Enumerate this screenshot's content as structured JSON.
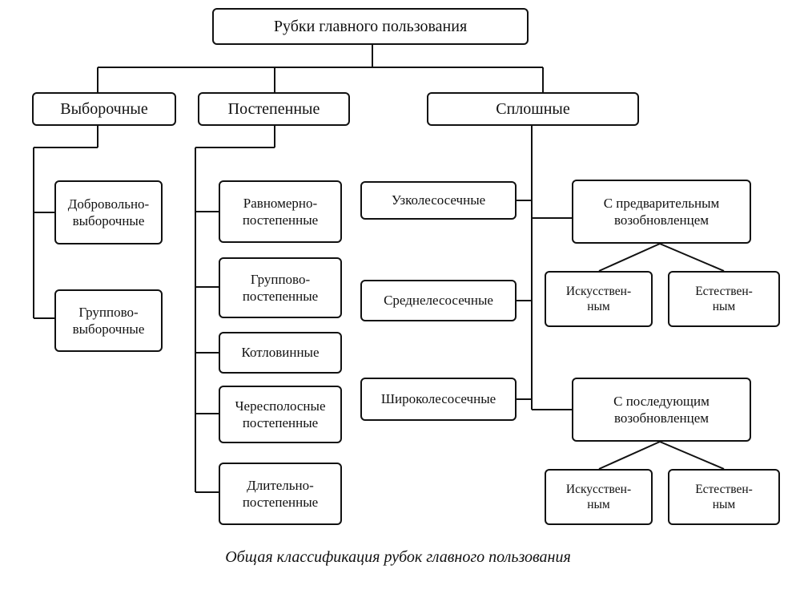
{
  "root": "Рубки главного пользования",
  "groups": {
    "selective": "Выборочные",
    "gradual": "Постепенные",
    "clear": "Сплошные"
  },
  "selective_items": [
    "Добровольно-\nвыборочные",
    "Группово-\nвыборочные"
  ],
  "gradual_items": [
    "Равномерно-\nпостепенные",
    "Группово-\nпостепенные",
    "Котловинные",
    "Чересполосные\nпостепенные",
    "Длительно-\nпостепенные"
  ],
  "clear_cutting": [
    "Узколесосечные",
    "Среднелесосечные",
    "Широколесосечные"
  ],
  "clear_renewal": {
    "prior": "С предварительным\nвозобновленцем",
    "prior_artificial": "Искусствен-\nным",
    "prior_natural": "Естествен-\nным",
    "subsequent": "С последующим\nвозобновленцем",
    "subsequent_artificial": "Искусствен-\nным",
    "subsequent_natural": "Естествен-\nным"
  },
  "caption": "Общая классификация рубок главного пользования"
}
